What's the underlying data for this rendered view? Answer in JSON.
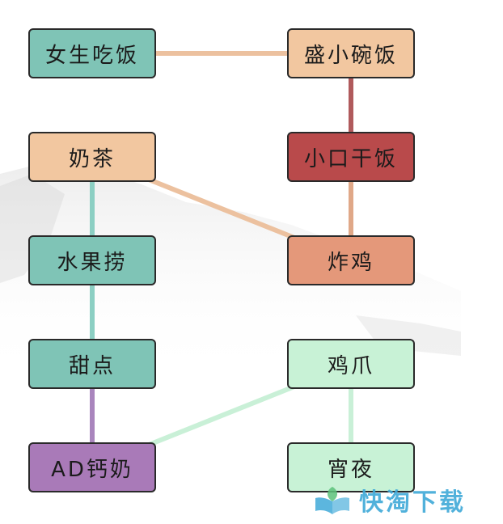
{
  "colors": {
    "teal": "#7fc4b6",
    "peach": "#f2c7a0",
    "darkred": "#b94a4b",
    "salmon": "#e4987a",
    "purple": "#a97ab8",
    "mint": "#c8f2d6",
    "line_peach": "#ecc19f",
    "line_red": "#b05a5c",
    "line_salmon": "#e0a888",
    "line_teal": "#8ccfc3",
    "line_purple": "#a985bd",
    "line_mint": "#c9f0d7",
    "watermark": "#3fa9d8"
  },
  "nodes": [
    {
      "id": "nvshengchifan",
      "label": "女生吃饭",
      "color": "#7fc4b6"
    },
    {
      "id": "shengxiaowanfan",
      "label": "盛小碗饭",
      "color": "#f2c7a0"
    },
    {
      "id": "naicha",
      "label": "奶茶",
      "color": "#f2c7a0"
    },
    {
      "id": "xiaokouganfan",
      "label": "小口干饭",
      "color": "#b94a4b"
    },
    {
      "id": "shuiguolao",
      "label": "水果捞",
      "color": "#7fc4b6"
    },
    {
      "id": "zhaji",
      "label": "炸鸡",
      "color": "#e4987a"
    },
    {
      "id": "tiandian",
      "label": "甜点",
      "color": "#7fc4b6"
    },
    {
      "id": "jizhua",
      "label": "鸡爪",
      "color": "#c8f2d6"
    },
    {
      "id": "adgainai",
      "label": "AD钙奶",
      "color": "#a97ab8"
    },
    {
      "id": "xiaoye",
      "label": "宵夜",
      "color": "#c8f2d6"
    }
  ],
  "links": [
    {
      "from": "nvshengchifan",
      "to": "shengxiaowanfan",
      "color": "#ecc19f"
    },
    {
      "from": "shengxiaowanfan",
      "to": "xiaokouganfan",
      "color": "#b05a5c"
    },
    {
      "from": "xiaokouganfan",
      "to": "zhaji",
      "color": "#e0a888"
    },
    {
      "from": "naicha",
      "to": "zhaji",
      "color": "#ecc19f"
    },
    {
      "from": "naicha",
      "to": "shuiguolao",
      "color": "#8ccfc3"
    },
    {
      "from": "shuiguolao",
      "to": "tiandian",
      "color": "#8ccfc3"
    },
    {
      "from": "tiandian",
      "to": "adgainai",
      "color": "#a985bd"
    },
    {
      "from": "jizhua",
      "to": "adgainai",
      "color": "#c9f0d7"
    },
    {
      "from": "jizhua",
      "to": "xiaoye",
      "color": "#c9f0d7"
    }
  ],
  "watermark": {
    "text": "快淘下载",
    "icon": "book-leaf-logo-icon"
  }
}
